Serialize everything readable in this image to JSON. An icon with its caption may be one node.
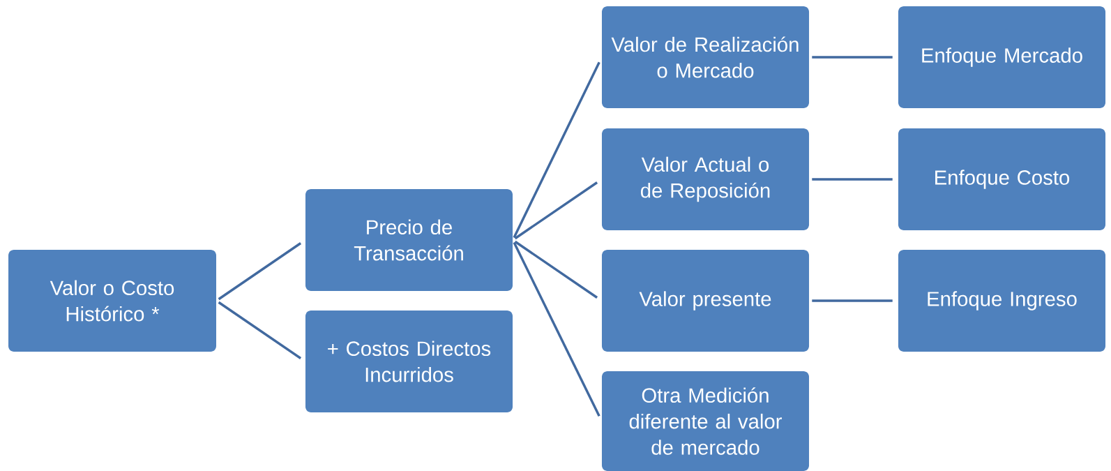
{
  "diagram": {
    "nodes": [
      {
        "text": [
          "Valor o Costo Histórico *"
        ]
      },
      {
        "text": [
          "Precio de Transacción"
        ]
      },
      {
        "text": [
          "+ Costos Directos Incurridos"
        ]
      },
      {
        "text": [
          "Valor de Realización o Mercado"
        ]
      },
      {
        "text": [
          "Valor Actual o de Reposición"
        ]
      },
      {
        "text": [
          "Valor presente"
        ]
      },
      {
        "text": [
          "Otra Medición diferente al valor de mercado"
        ]
      },
      {
        "text": [
          "Enfoque Mercado"
        ]
      },
      {
        "text": [
          "Enfoque Costo"
        ]
      },
      {
        "text": [
          "Enfoque Ingreso"
        ]
      }
    ],
    "edges": [
      {
        "from": 0,
        "to": 1,
        "arrow": "none"
      },
      {
        "from": 0,
        "to": 2,
        "arrow": "none"
      },
      {
        "from": 1,
        "to": 3,
        "arrow": "none"
      },
      {
        "from": 1,
        "to": 4,
        "arrow": "none"
      },
      {
        "from": 1,
        "to": 5,
        "arrow": "none"
      },
      {
        "from": 1,
        "to": 6,
        "arrow": "none"
      },
      {
        "from": 3,
        "to": 7,
        "arrow": "none"
      },
      {
        "from": 4,
        "to": 8,
        "arrow": "none"
      },
      {
        "from": 5,
        "to": 9,
        "arrow": "none"
      }
    ]
  }
}
